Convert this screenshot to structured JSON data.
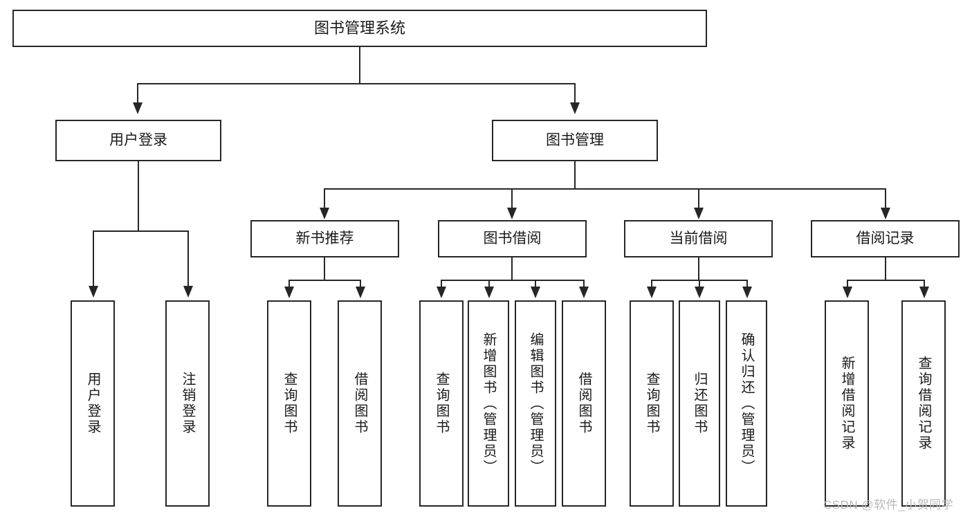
{
  "diagram": {
    "title": "图书管理系统",
    "type": "hierarchy-tree",
    "root": {
      "label": "图书管理系统"
    },
    "level2": [
      {
        "id": "user-login",
        "label": "用户登录"
      },
      {
        "id": "book-management",
        "label": "图书管理"
      }
    ],
    "level3": [
      {
        "id": "new-book-recommend",
        "label": "新书推荐",
        "parent": "book-management"
      },
      {
        "id": "book-borrow",
        "label": "图书借阅",
        "parent": "book-management"
      },
      {
        "id": "current-borrow",
        "label": "当前借阅",
        "parent": "book-management"
      },
      {
        "id": "borrow-record",
        "label": "借阅记录",
        "parent": "book-management"
      }
    ],
    "leaves": {
      "user-login": [
        {
          "id": "leaf-user-login",
          "label": "用户登录"
        },
        {
          "id": "leaf-logout-login",
          "label": "注销登录"
        }
      ],
      "new-book-recommend": [
        {
          "id": "leaf-query-book-1",
          "label": "查询图书"
        },
        {
          "id": "leaf-borrow-book-1",
          "label": "借阅图书"
        }
      ],
      "book-borrow": [
        {
          "id": "leaf-query-book-2",
          "label": "查询图书"
        },
        {
          "id": "leaf-add-book-admin",
          "label": "新增图书（管理员）"
        },
        {
          "id": "leaf-edit-book-admin",
          "label": "编辑图书（管理员）"
        },
        {
          "id": "leaf-borrow-book-2",
          "label": "借阅图书"
        }
      ],
      "current-borrow": [
        {
          "id": "leaf-query-book-3",
          "label": "查询图书"
        },
        {
          "id": "leaf-return-book",
          "label": "归还图书"
        },
        {
          "id": "leaf-confirm-return-admin",
          "label": "确认归还（管理员）"
        }
      ],
      "borrow-record": [
        {
          "id": "leaf-add-borrow-record",
          "label": "新增借阅记录"
        },
        {
          "id": "leaf-query-borrow-record",
          "label": "查询借阅记录"
        }
      ]
    }
  },
  "watermark": {
    "text": "CSDN @软件_小贺同学"
  },
  "colors": {
    "stroke": "#262626",
    "background": "#ffffff",
    "text": "#1a1a1a",
    "watermark": "#b9b9b9"
  }
}
